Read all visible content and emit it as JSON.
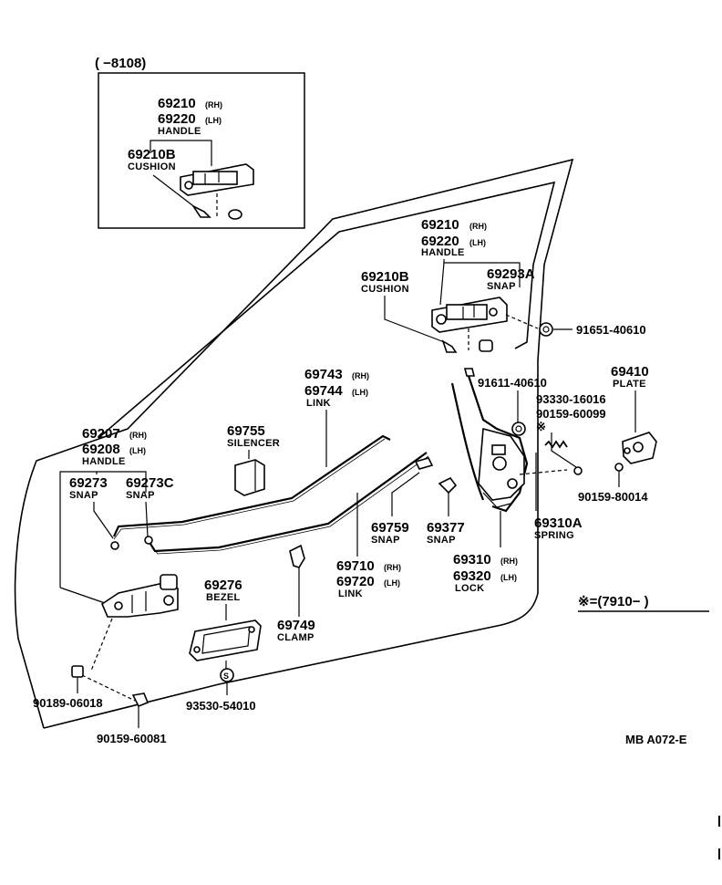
{
  "inset": {
    "range": "(        −8108)"
  },
  "footnote": {
    "text": "※=(7910−        )"
  },
  "drawing_code": "MB  A072-E",
  "labels": {
    "inset_handle_rh": "69210",
    "inset_handle_rh_sfx": "(RH)",
    "inset_handle_lh": "69220",
    "inset_handle_lh_sfx": "(LH)",
    "inset_handle_name": "HANDLE",
    "inset_cushion_no": "69210B",
    "inset_cushion_name": "CUSHION",
    "handle_rh": "69210",
    "handle_rh_sfx": "(RH)",
    "handle_lh": "69220",
    "handle_lh_sfx": "(LH)",
    "handle_name": "HANDLE",
    "cushion_no": "69210B",
    "cushion_name": "CUSHION",
    "snap_69293a": "69293A",
    "snap_69293a_name": "SNAP",
    "bolt_91651": "91651-40610",
    "link_rh": "69743",
    "link_rh_sfx": "(RH)",
    "link_lh": "69744",
    "link_lh_sfx": "(LH)",
    "link_name": "LINK",
    "bolt_91611": "91611-40610",
    "plate_no": "69410",
    "plate_name": "PLATE",
    "pin_93330": "93330-16016",
    "screw_90159_60099": "90159-60099",
    "outer_handle_rh": "69207",
    "outer_handle_rh_sfx": "(RH)",
    "outer_handle_lh": "69208",
    "outer_handle_lh_sfx": "(LH)",
    "outer_handle_name": "HANDLE",
    "silencer_no": "69755",
    "silencer_name": "SILENCER",
    "snap_69273": "69273",
    "snap_69273_name": "SNAP",
    "snap_69273c": "69273C",
    "snap_69273c_name": "SNAP",
    "screw_90159_80014": "90159-80014",
    "snap_69759": "69759",
    "snap_69759_name": "SNAP",
    "snap_69377": "69377",
    "snap_69377_name": "SNAP",
    "spring_no": "69310A",
    "spring_name": "SPRING",
    "lock_rh": "69310",
    "lock_rh_sfx": "(RH)",
    "lock_lh": "69320",
    "lock_lh_sfx": "(LH)",
    "lock_name": "LOCK",
    "link2_rh": "69710",
    "link2_rh_sfx": "(RH)",
    "link2_lh": "69720",
    "link2_lh_sfx": "(LH)",
    "link2_name": "LINK",
    "bezel_no": "69276",
    "bezel_name": "BEZEL",
    "clamp_no": "69749",
    "clamp_name": "CLAMP",
    "nut_90189": "90189-06018",
    "screw_93530": "93530-54010",
    "screw_90159_60081": "90159-60081",
    "marker_s": "S"
  }
}
